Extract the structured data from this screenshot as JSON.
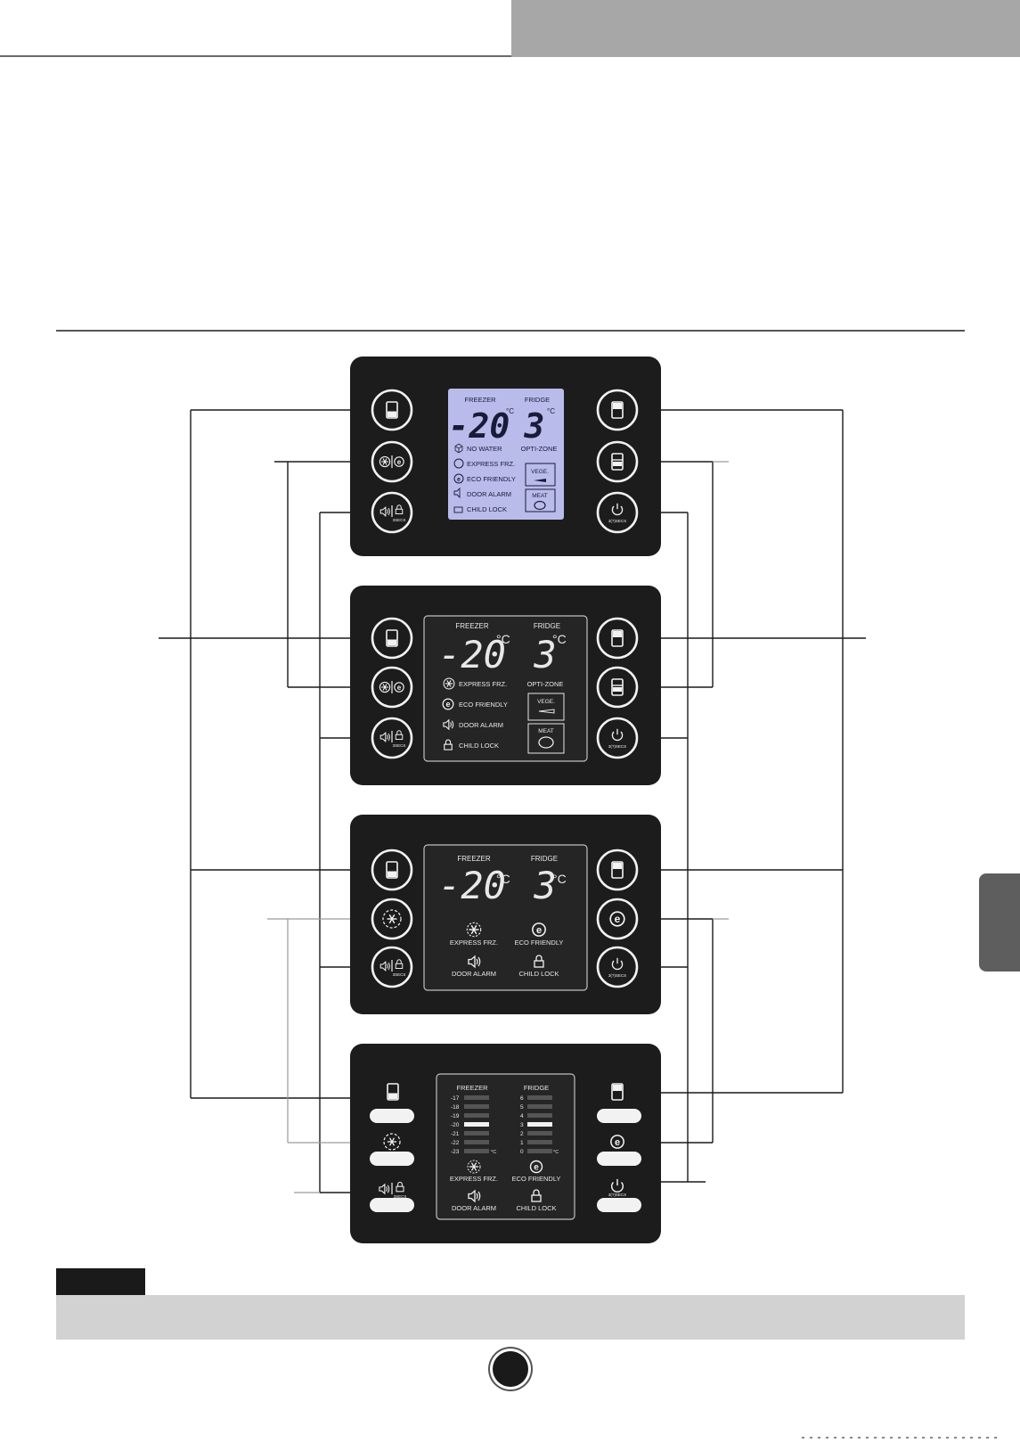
{
  "panels": [
    {
      "id": "panel-1",
      "display_style": "lcd-blue",
      "freezer_label": "FREEZER",
      "fridge_label": "FRIDGE",
      "freezer_temp": "-20",
      "fridge_temp": "3",
      "unit": "°C",
      "indicators": [
        "NO WATER",
        "EXPRESS FRZ.",
        "ECO FRIENDLY",
        "DOOR ALARM",
        "CHILD LOCK"
      ],
      "optizone_label": "OPTI-ZONE",
      "vege_label": "VEGE.",
      "meat_label": "MEAT",
      "button_caption": "3SECS",
      "power_caption": "3(?)SECS"
    },
    {
      "id": "panel-2",
      "display_style": "lcd-dark",
      "freezer_label": "FREEZER",
      "fridge_label": "FRIDGE",
      "freezer_temp": "-20",
      "fridge_temp": "3",
      "unit": "°C",
      "indicators": [
        "EXPRESS FRZ.",
        "ECO FRIENDLY",
        "DOOR ALARM",
        "CHILD LOCK"
      ],
      "optizone_label": "OPTI-ZONE",
      "vege_label": "VEGE.",
      "meat_label": "MEAT",
      "button_caption": "3SECS",
      "power_caption": "3(?)SECS"
    },
    {
      "id": "panel-3",
      "display_style": "lcd-dark",
      "freezer_label": "FREEZER",
      "fridge_label": "FRIDGE",
      "freezer_temp": "-20",
      "fridge_temp": "3",
      "unit": "°C",
      "indicators": [
        "EXPRESS FRZ.",
        "ECO FRIENDLY",
        "DOOR ALARM",
        "CHILD LOCK"
      ],
      "button_caption": "3SECS",
      "power_caption": "3(?)SECS"
    },
    {
      "id": "panel-4",
      "display_style": "bar-scale",
      "freezer_label": "FREEZER",
      "fridge_label": "FRIDGE",
      "unit": "°C",
      "freezer_scale": [
        "-17",
        "-18",
        "-19",
        "-20",
        "-21",
        "-22",
        "-23"
      ],
      "fridge_scale": [
        "6",
        "5",
        "4",
        "3",
        "2",
        "1",
        "0"
      ],
      "freezer_selected": "-20",
      "fridge_selected": "3",
      "indicators": [
        "EXPRESS FRZ.",
        "ECO FRIENDLY",
        "DOOR ALARM",
        "CHILD LOCK"
      ],
      "button_caption": "3SECS",
      "power_caption": "3(?)SECS"
    }
  ],
  "colors": {
    "panel": "#1c1c1c",
    "lcd_blue": "#b9bcea",
    "lcd_dark": "#252525",
    "text_light": "#e8e8e8",
    "leader_line": "#1a1a1a"
  },
  "icons": [
    "freezer-icon",
    "fridge-icon",
    "express-freeze-icon",
    "eco-friendly-icon",
    "door-alarm-icon",
    "child-lock-icon",
    "power-icon",
    "optizone-icon",
    "vegetable-icon",
    "meat-icon"
  ]
}
